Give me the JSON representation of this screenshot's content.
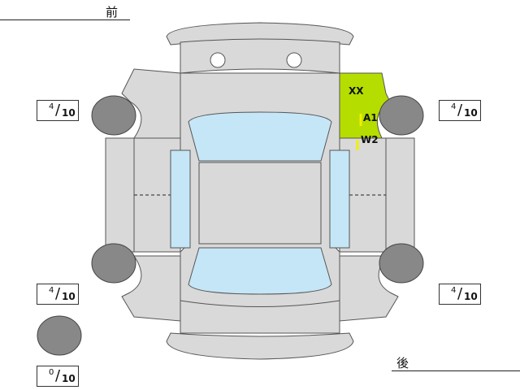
{
  "labels": {
    "front": "前",
    "rear": "後"
  },
  "tires": {
    "front_left": {
      "num": "4",
      "den": "10"
    },
    "front_right": {
      "num": "4",
      "den": "10"
    },
    "rear_left": {
      "num": "4",
      "den": "10"
    },
    "rear_right": {
      "num": "4",
      "den": "10"
    },
    "spare": {
      "num": "0",
      "den": "10"
    }
  },
  "damage": {
    "fender_front_right": {
      "codes": [
        "XX",
        "A1",
        "W2"
      ],
      "color": "#b5dd00"
    }
  },
  "colors": {
    "body_fill": "#d9d9d9",
    "body_stroke": "#555555",
    "glass": "#c5e6f7",
    "tire": "#888888",
    "damage_highlight": "#b5dd00",
    "marker_yellow": "#f0f000"
  }
}
